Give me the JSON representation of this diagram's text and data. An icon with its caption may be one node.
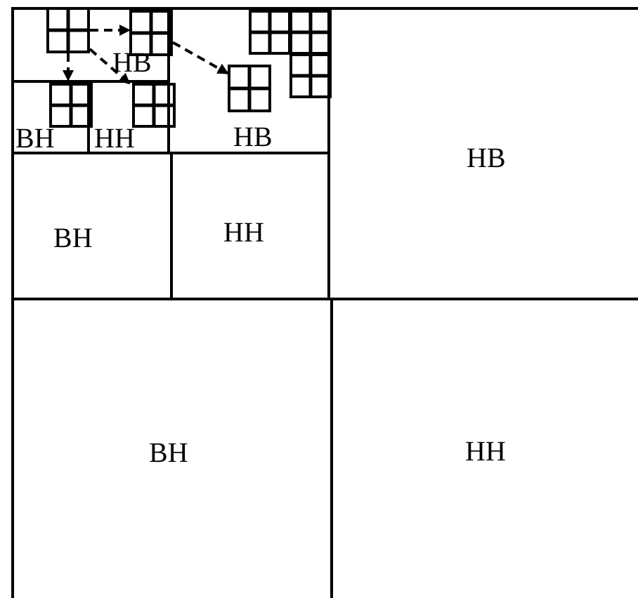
{
  "diagram": {
    "nodes": [
      {
        "text": [],
        "shape": "box"
      },
      {
        "text": [
          "HB"
        ]
      },
      {
        "text": [],
        "shape": "box",
        "in": 1
      },
      {
        "text": [
          "HB"
        ]
      },
      {
        "text": [],
        "shape": "box",
        "in": 3
      },
      {
        "text": [],
        "shape": "box",
        "in": 3
      },
      {
        "text": [],
        "shape": "box",
        "in": 3
      },
      {
        "text": [],
        "shape": "box",
        "in": 3
      },
      {
        "text": [
          "HB"
        ]
      },
      {
        "text": [
          "BH"
        ]
      },
      {
        "text": [],
        "shape": "box",
        "in": 9
      },
      {
        "text": [
          "HH"
        ]
      },
      {
        "text": [],
        "shape": "box",
        "in": 11
      },
      {
        "text": [
          "BH"
        ]
      },
      {
        "text": [
          "HH"
        ]
      },
      {
        "text": [
          "BH"
        ]
      },
      {
        "text": [
          "HH"
        ]
      }
    ],
    "edges": [
      {
        "from": 0,
        "to": 2,
        "arrow": "to",
        "style": "dashed"
      },
      {
        "from": 0,
        "to": 12,
        "arrow": "to",
        "style": "dashed"
      },
      {
        "from": 0,
        "to": 10,
        "arrow": "to",
        "style": "dashed"
      },
      {
        "from": 2,
        "to": 7,
        "arrow": "to",
        "style": "dashed"
      }
    ]
  }
}
